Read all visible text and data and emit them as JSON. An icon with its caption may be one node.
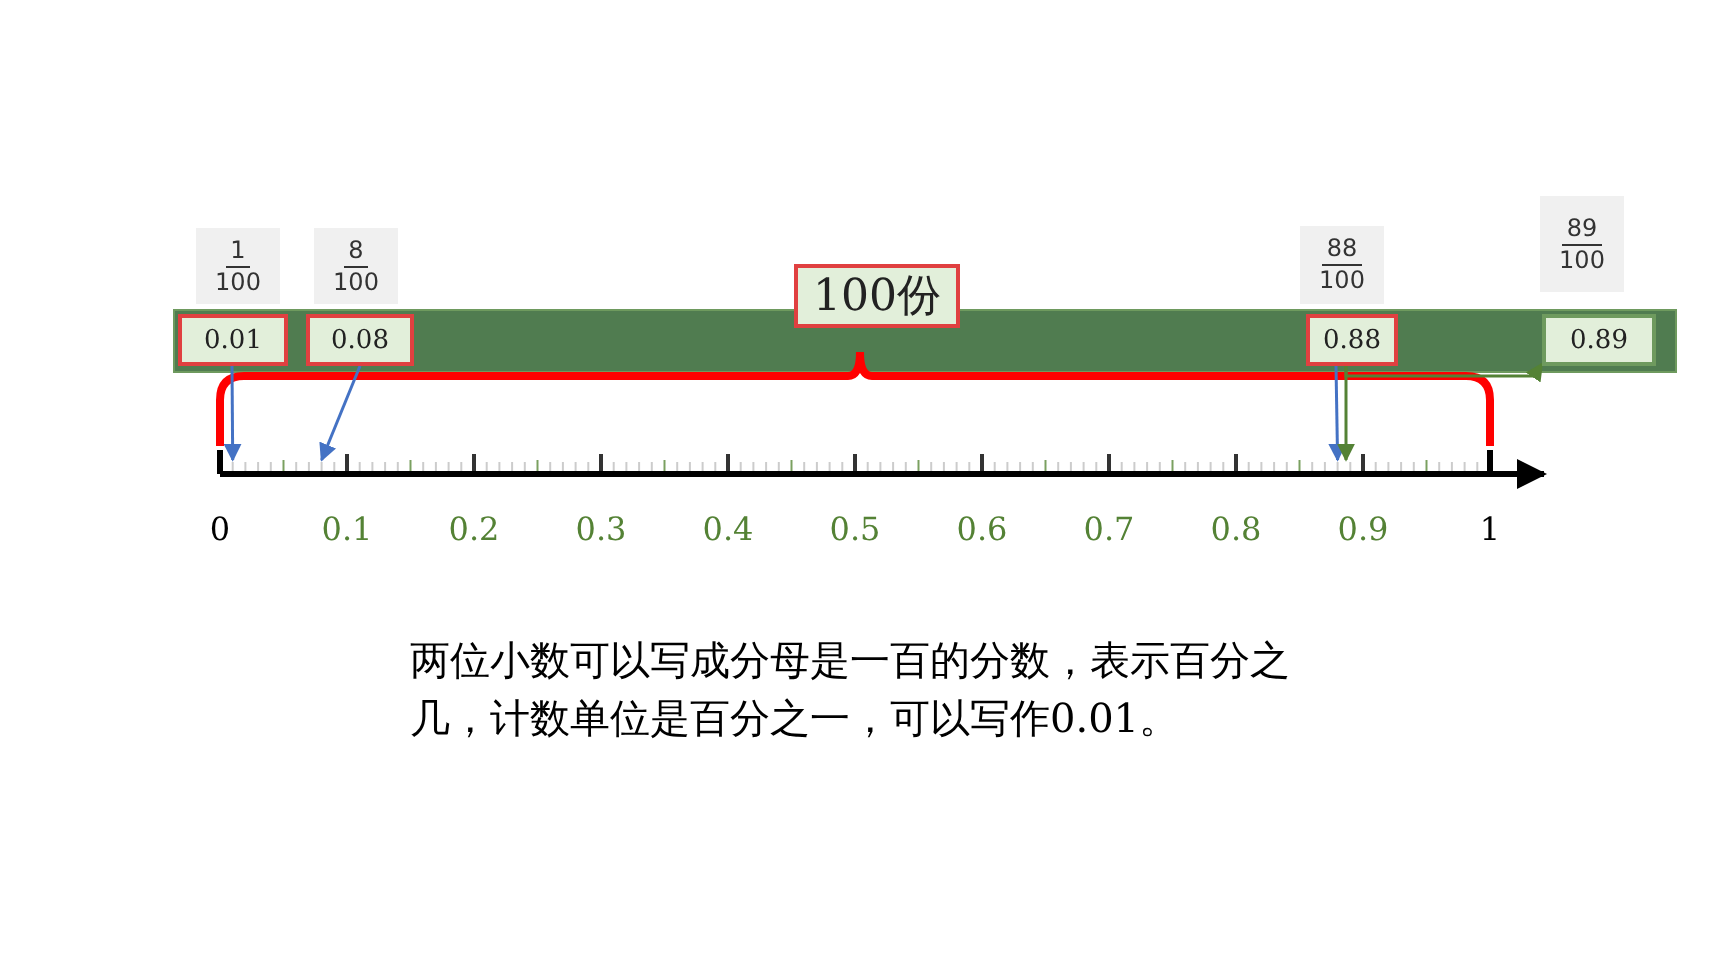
{
  "diagram": {
    "nodes": [
      {
        "text": [
          "1",
          "100",
          "0.01"
        ]
      },
      {
        "text": [
          "8",
          "100",
          "0.08"
        ]
      },
      {
        "text": [
          "100份"
        ]
      },
      {
        "text": [
          "88",
          "100",
          "0.88"
        ]
      },
      {
        "text": [
          "89",
          "100",
          "0.89"
        ]
      },
      {
        "text": [],
        "shape": "bar"
      }
    ],
    "edges": [
      {
        "from": 0,
        "to": 5,
        "arrow": "to"
      },
      {
        "from": 1,
        "to": 5,
        "arrow": "to"
      },
      {
        "from": 3,
        "to": 5,
        "arrow": "to"
      },
      {
        "from": 3,
        "to": 5,
        "arrow": "to",
        "color": "#548235"
      },
      {
        "from": 3,
        "to": 4,
        "arrow": "to",
        "color": "#548235"
      }
    ],
    "labels": [
      "0",
      "0.1",
      "0.2",
      "0.3",
      "0.4",
      "0.5",
      "0.6",
      "0.7",
      "0.8",
      "0.9",
      "1",
      "两位小数可以写成分母是一百的分数，表示百分之几，计数单位是百分之一，可以写作0.01。"
    ]
  }
}
